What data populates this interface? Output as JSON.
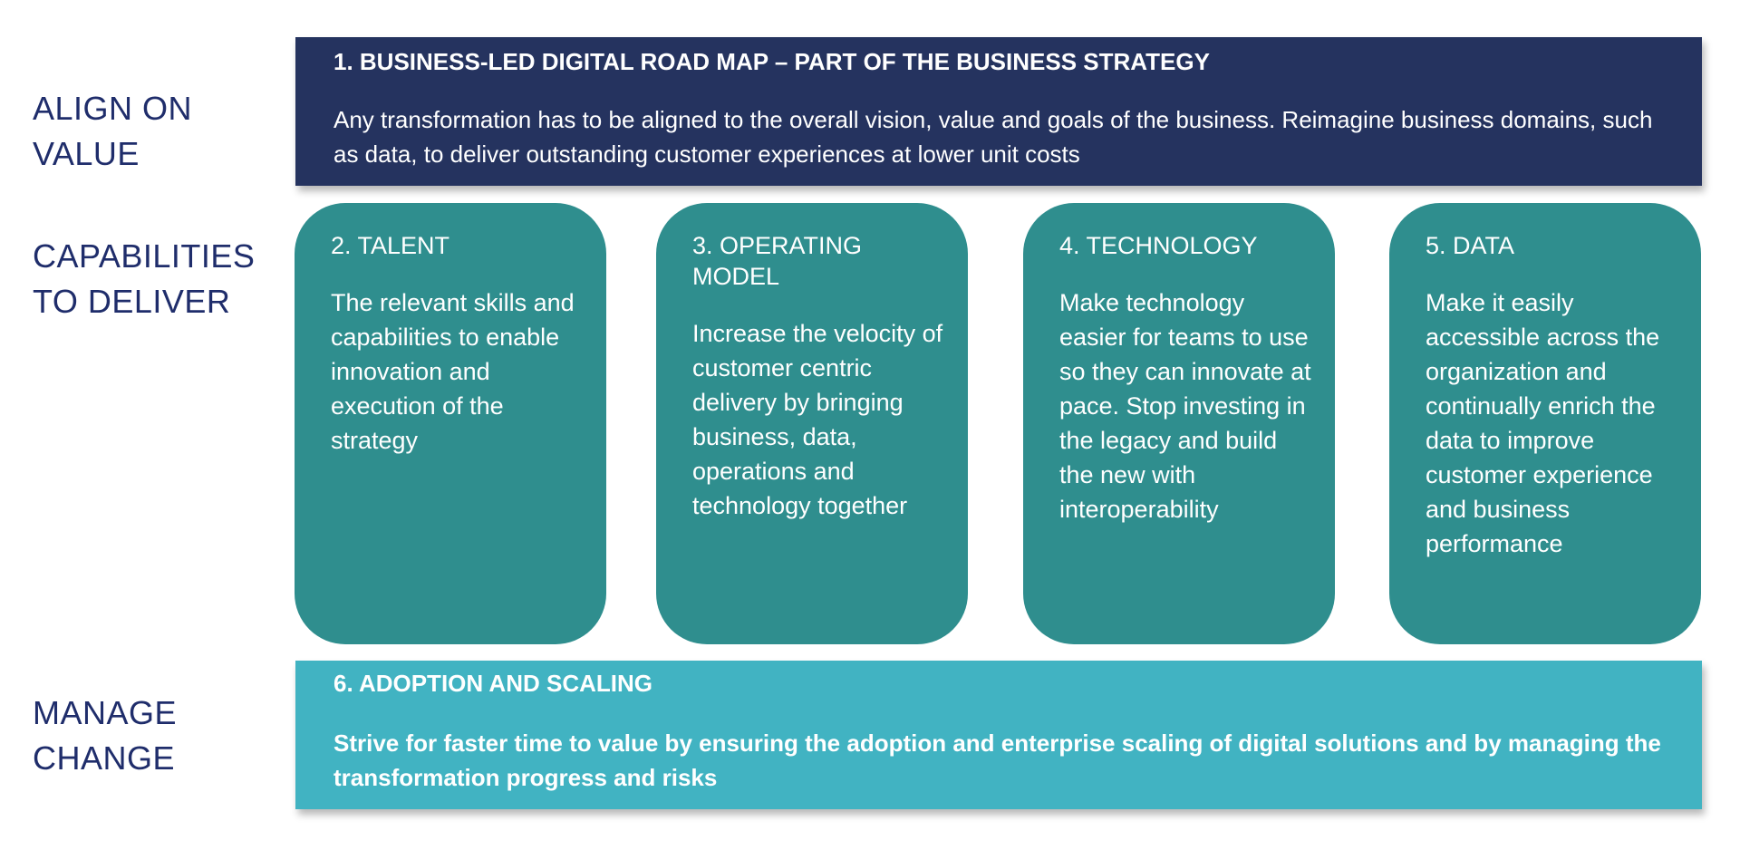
{
  "row_labels": {
    "align": [
      "ALIGN ON",
      "VALUE"
    ],
    "capabilities": [
      "CAPABILITIES",
      "TO DELIVER"
    ],
    "manage": [
      "MANAGE",
      "CHANGE"
    ]
  },
  "top_banner": {
    "title": "1. BUSINESS-LED DIGITAL ROAD MAP – PART OF THE BUSINESS STRATEGY",
    "body": "Any transformation has to be aligned to the overall vision, value and goals of the business. Reimagine business domains, such as data, to deliver outstanding customer experiences at lower unit costs",
    "color": "#25335f"
  },
  "cards": [
    {
      "title": "2. TALENT",
      "body": "The relevant skills and capabilities to enable innovation and execution of the strategy"
    },
    {
      "title": "3. OPERATING MODEL",
      "body": "Increase the velocity of customer centric delivery by bringing business, data, operations and technology together"
    },
    {
      "title": "4. TECHNOLOGY",
      "body": "Make technology easier for teams to use so they can innovate at pace. Stop investing in the legacy and build the new with interoperability"
    },
    {
      "title": "5. DATA",
      "body": "Make it easily accessible across the organization and continually enrich the data to improve customer experience and business performance"
    }
  ],
  "card_color": "#2f8e8e",
  "bottom_banner": {
    "title": "6. ADOPTION AND SCALING",
    "body": "Strive for faster time to value by ensuring the adoption and enterprise scaling of digital solutions and by managing the transformation progress and risks",
    "color": "#41b3c2"
  },
  "label_color": "#1f2d6b"
}
